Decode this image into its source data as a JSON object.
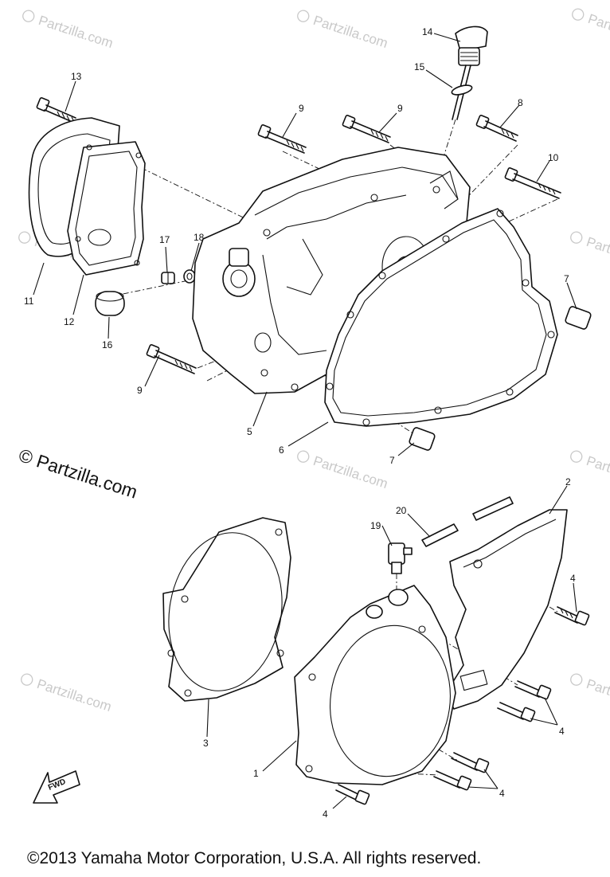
{
  "watermark_text": "Partzilla.com",
  "watermark_main": "© Partzilla.com",
  "copyright": "©2013  Yamaha Motor Corporation, U.S.A. All rights reserved.",
  "fwd_label": "FWD",
  "callouts": {
    "c1": "1",
    "c2": "2",
    "c3": "3",
    "c4a": "4",
    "c4b": "4",
    "c4c": "4",
    "c4d": "4",
    "c5": "5",
    "c6": "6",
    "c7a": "7",
    "c7b": "7",
    "c8": "8",
    "c9a": "9",
    "c9b": "9",
    "c9c": "9",
    "c10": "10",
    "c11": "11",
    "c12": "12",
    "c13": "13",
    "c14": "14",
    "c15": "15",
    "c16": "16",
    "c17": "17",
    "c18": "18",
    "c19": "19",
    "c20": "20"
  }
}
